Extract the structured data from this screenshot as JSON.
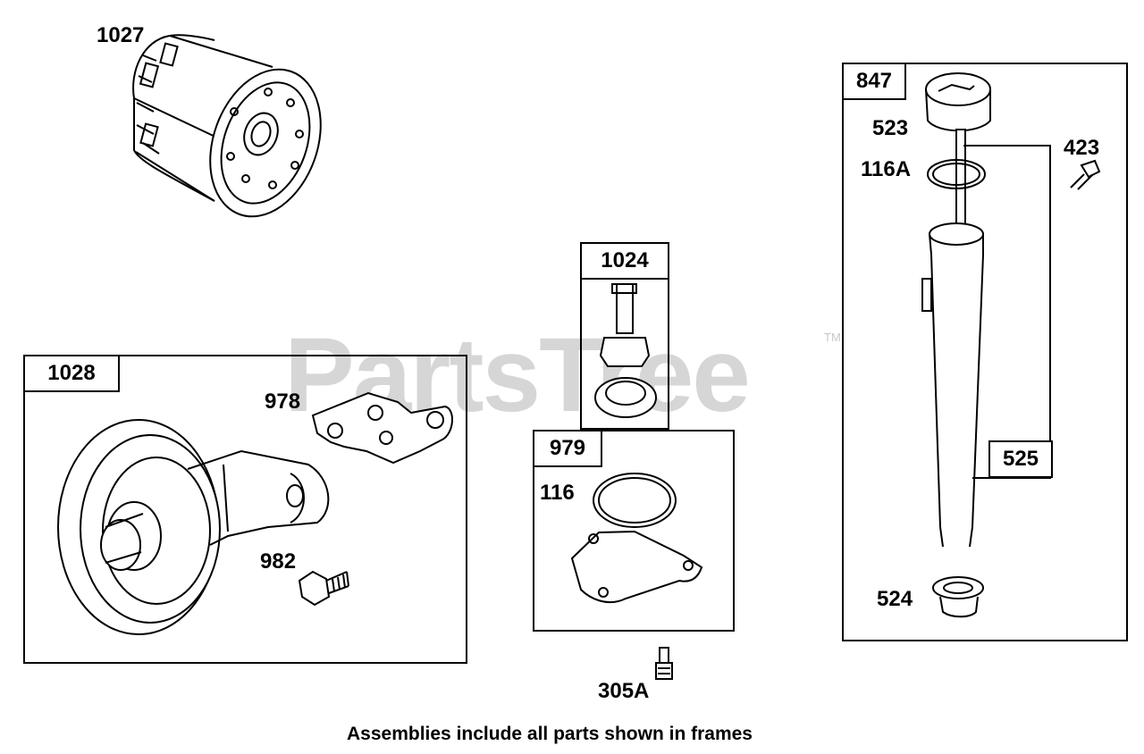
{
  "watermark": {
    "text": "PartsTree",
    "trademark": "TM"
  },
  "caption": "Assemblies include all parts shown in frames",
  "assemblies": {
    "a1028": "1028",
    "a1024": "1024",
    "a979": "979",
    "a847": "847",
    "a525": "525"
  },
  "parts": {
    "p1027": "1027",
    "p978": "978",
    "p982": "982",
    "p116": "116",
    "p305a": "305A",
    "p523": "523",
    "p116a": "116A",
    "p423": "423",
    "p524": "524"
  }
}
